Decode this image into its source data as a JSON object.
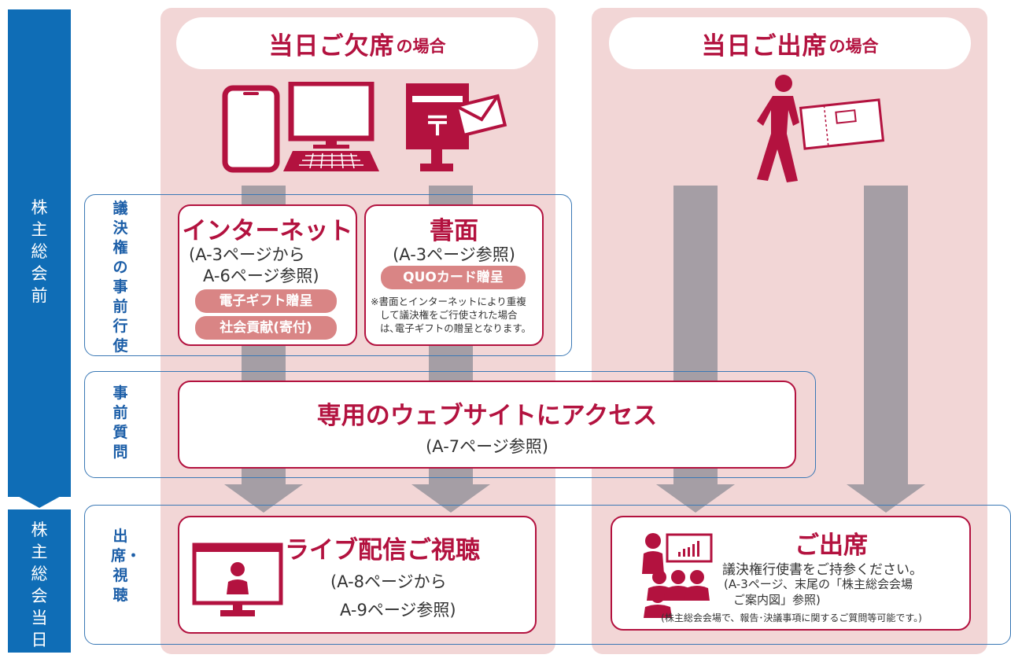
{
  "sidebar": {
    "before_label": "株主総会前",
    "day_label": "株主総会当日",
    "color": "#0f6db6"
  },
  "columns": {
    "absent_header_main": "当日ご欠席",
    "absent_header_suffix": "の場合",
    "attend_header_main": "当日ご出席",
    "attend_header_suffix": "の場合"
  },
  "rows": {
    "advance_vote_label": "議決権の事前行使",
    "advance_question_label": "事前質問",
    "attend_view_label": "出席・視聴"
  },
  "internet_box": {
    "title": "インターネット",
    "ref_line1": "(A-3ページから",
    "ref_line2": "A-6ページ参照)",
    "tag1": "電子ギフト贈呈",
    "tag2": "社会貢献(寄付)"
  },
  "paper_box": {
    "title": "書面",
    "ref": "(A-3ページ参照)",
    "tag": "QUOカード贈呈",
    "note_line1": "※書面とインターネットにより重複",
    "note_line2": "して議決権をご行使された場合",
    "note_line3": "は､電子ギフトの贈呈となります。"
  },
  "website_box": {
    "title": "専用のウェブサイトにアクセス",
    "ref": "(A-7ページ参照)"
  },
  "live_box": {
    "title": "ライブ配信ご視聴",
    "ref_line1": "(A-8ページから",
    "ref_line2": "A-9ページ参照)"
  },
  "attend_box": {
    "title": "ご出席",
    "line1": "議決権行使書をご持参ください。",
    "line2": "(A-3ページ、末尾の「株主総会会場",
    "line3": "ご案内図」参照)",
    "note": "(株主総会会場で、報告･決議事項に関するご質問等可能です。)"
  },
  "colors": {
    "accent_red": "#b3123f",
    "column_bg": "#f2d6d6",
    "arrow_gray": "#a59ea5",
    "band_blue": "#3a78b5",
    "tag_pink": "#d98585"
  },
  "icons": [
    "smartphone-icon",
    "desktop-computer-icon",
    "postbox-icon",
    "envelope-icon",
    "walking-person-icon",
    "ticket-icon",
    "presenter-icon",
    "audience-icon",
    "monitor-person-icon"
  ]
}
